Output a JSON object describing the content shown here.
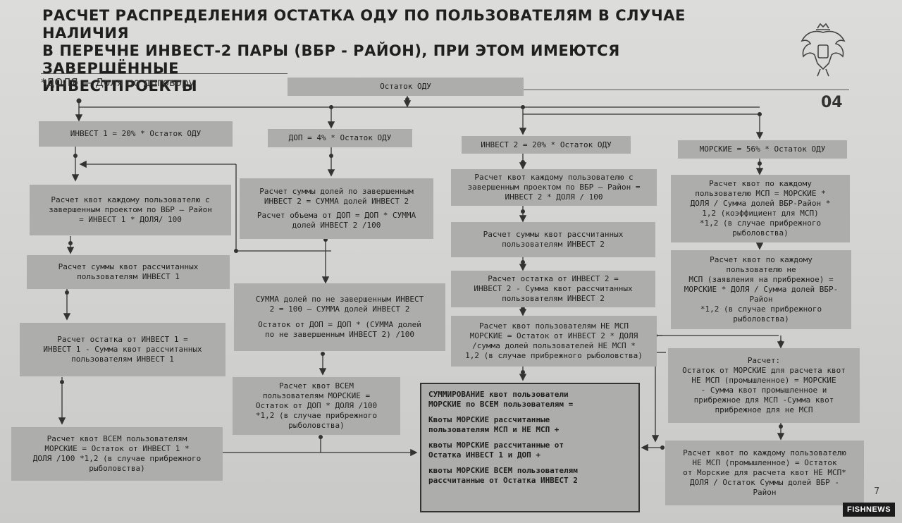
{
  "title_lines": [
    "РАСЧЕТ РАСПРЕДЕЛЕНИЯ ОСТАТКА ОДУ ПО ПОЛЬЗОВАТЕЛЯМ В СЛУЧАЕ НАЛИЧИЯ",
    "В ПЕРЕЧНЕ ИНВЕСТ-2 ПАРЫ (ВБР - РАЙОН), ПРИ ЭТОМ ИМЕЮТСЯ ЗАВЕРШЁННЫЕ",
    "ИНВЕСТПРОЕКТЫ"
  ],
  "note": "*ДОЛЯ — Доля по договору",
  "page_number": "04",
  "slide_number": "7",
  "logo_text": "FISHNEWS",
  "boxes": {
    "root": [
      "Остаток ОДУ"
    ],
    "invest1": [
      "ИНВЕСТ 1 = 20% * Остаток ОДУ"
    ],
    "dop": [
      "ДОП = 4% * Остаток ОДУ"
    ],
    "invest2": [
      "ИНВЕСТ 2 = 20% * Остаток ОДУ"
    ],
    "morskie": [
      "МОРСКИЕ = 56% * Остаток ОДУ"
    ],
    "i1_quota": [
      "Расчет квот каждому пользователю с",
      "завершенным проектом по ВБР – Район",
      "= ИНВЕСТ 1 * ДОЛЯ/ 100"
    ],
    "i1_sum": [
      "Расчет суммы квот рассчитанных",
      "пользователям ИНВЕСТ 1"
    ],
    "i1_rest": [
      "Расчет остатка от ИНВЕСТ 1 =",
      "ИНВЕСТ 1 - Сумма квот рассчитанных",
      "пользователям ИНВЕСТ 1"
    ],
    "i1_all": [
      "Расчет квот ВСЕМ пользователям",
      "МОРСКИЕ = Остаток от ИНВЕСТ 1 *",
      "ДОЛЯ /100 *1,2 (в случае прибрежного",
      "рыболовства)"
    ],
    "dop_sum": [
      "Расчет суммы долей по завершенным",
      "ИНВЕСТ 2 = СУММА долей ИНВЕСТ 2",
      "",
      "Расчет объема от ДОП = ДОП * СУММА",
      "долей ИНВЕСТ 2 /100"
    ],
    "dop_notdone": [
      "СУММА долей по не завершенным ИНВЕСТ",
      "2 = 100 – СУММА долей ИНВЕСТ 2",
      "",
      "Остаток от ДОП = ДОП * (СУММА долей",
      "по не завершенным ИНВЕСТ 2) /100"
    ],
    "dop_all": [
      "Расчет квот ВСЕМ",
      "пользователям МОРСКИЕ =",
      "Остаток от ДОП * ДОЛЯ /100",
      "*1,2 (в случае прибрежного",
      "рыболовства)"
    ],
    "i2_quota": [
      "Расчет квот каждому пользователю с",
      "завершенным проектом по ВБР – Район =",
      "ИНВЕСТ 2 * ДОЛЯ / 100"
    ],
    "i2_sum": [
      "Расчет суммы квот рассчитанных",
      "пользователям ИНВЕСТ 2"
    ],
    "i2_rest": [
      "Расчет остатка от ИНВЕСТ 2 =",
      "ИНВЕСТ 2 - Сумма квот рассчитанных",
      "пользователям ИНВЕСТ 2"
    ],
    "i2_nemsp": [
      "Расчет квот пользователям НЕ МСП",
      "МОРСКИЕ = Остаток от ИНВЕСТ 2 * ДОЛЯ",
      "/сумма долей пользователей НЕ МСП *",
      "1,2 (в случае прибрежного рыболовства)"
    ],
    "m_msp": [
      "Расчет квот по каждому",
      "пользователю МСП = МОРСКИЕ *",
      "ДОЛЯ / Сумма долей ВБР-Район *",
      "1,2 (коэффициент для МСП)",
      "*1,2 (в случае прибрежного",
      "рыболовства)"
    ],
    "m_nemsp_coast": [
      "Расчет квот по каждому",
      "пользователю не",
      "МСП (заявления на прибрежное) =",
      "МОРСКИЕ * ДОЛЯ / Сумма долей ВБР-",
      "Район",
      "*1,2 (в случае прибрежного",
      "рыболовства)"
    ],
    "m_rest": [
      "Расчет:",
      "Остаток от МОРСКИЕ для расчета квот",
      "НЕ МСП (промышленное) = МОРСКИЕ",
      "- Сумма квот промышленное и",
      "прибрежное для МСП -Сумма квот",
      "прибрежное для не МСП"
    ],
    "m_nemsp_ind": [
      "Расчет квот по каждому пользователю",
      "НЕ МСП (промышленное) = Остаток",
      "от Морские для расчета квот НЕ МСП*",
      "ДОЛЯ / Остаток Суммы долей ВБР -",
      "Район"
    ]
  },
  "summary": {
    "p1": [
      "СУММИРОВАНИЕ квот пользователи",
      "МОРСКИЕ по ВСЕМ пользователям ="
    ],
    "p2": [
      "Квоты МОРСКИЕ рассчитанные",
      "пользователям МСП и НЕ МСП +"
    ],
    "p3": [
      "квоты МОРСКИЕ рассчитанные от",
      "Остатка ИНВЕСТ 1 и ДОП +"
    ],
    "p4": [
      "квоты МОРСКИЕ ВСЕМ пользователям",
      "рассчитанные от Остатка ИНВЕСТ 2"
    ]
  }
}
